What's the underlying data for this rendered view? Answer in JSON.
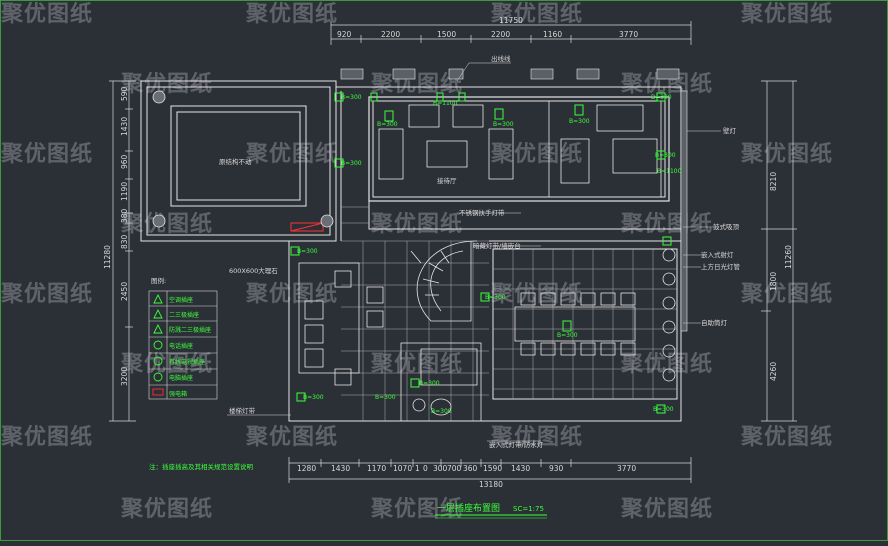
{
  "watermark": "聚优图纸",
  "top_dims": {
    "total": "11750",
    "segments": [
      "920",
      "2200",
      "1500",
      "2200",
      "1160",
      "3770"
    ]
  },
  "bottom_dims": {
    "total": "13180",
    "segments": [
      "1280",
      "1430",
      "1170",
      "1070",
      "1",
      "0",
      "300",
      "700",
      "360",
      "1590",
      "1430",
      "930",
      "3770"
    ]
  },
  "left_dims": {
    "total": "11280",
    "segments": [
      "590",
      "1430",
      "960",
      "1190",
      "380",
      "830",
      "2450",
      "3200"
    ]
  },
  "right_dims": {
    "total_upper": "8210",
    "total": "11260",
    "segments": [
      "1800",
      "4260"
    ]
  },
  "rooms": {
    "no_change_room": "原结构不动",
    "sofa_area": "接待厅"
  },
  "callouts": {
    "top_light": "出线线",
    "wall_light": "壁灯",
    "stair_light": "不锈钢扶手灯带",
    "screen": "暗藏灯带/墙嵌台",
    "ceiling": "鼓式吸顶",
    "mirror": "嵌入式射灯",
    "upper_led": "上方日光灯管",
    "round_lights": "自助筒灯",
    "left_note": "600X600大理石",
    "bottom_left": "楼梯灯带",
    "bottom_mid": "嵌入式灯带/防水灯"
  },
  "legend": {
    "title": "图例:",
    "items": [
      {
        "symbol": "spot",
        "label": "空调插座"
      },
      {
        "symbol": "spot2",
        "label": "二三极插座"
      },
      {
        "symbol": "spot3",
        "label": "防溅二三极插座"
      },
      {
        "symbol": "phone",
        "label": "电话插座"
      },
      {
        "symbol": "tv",
        "label": "有线电视插座"
      },
      {
        "symbol": "net",
        "label": "电脑插座"
      },
      {
        "symbol": "box",
        "label": "强电箱"
      }
    ]
  },
  "footnote": "注：插座插高及其相关规范设置说明",
  "tags": [
    "B=300",
    "B=300",
    "B=1100",
    "B=300",
    "B=300",
    "B=300",
    "B=300",
    "B=300",
    "B=300",
    "B=300",
    "B=1100",
    "B=300",
    "B=300",
    "B=300",
    "B=300",
    "B=300",
    "B=300"
  ],
  "title": "一层插座布置图",
  "scale": "SC=1:75",
  "colors": {
    "bg": "#2b2f36",
    "line": "#e6e6e6",
    "green": "#3cff3c",
    "red": "#ff3030"
  }
}
